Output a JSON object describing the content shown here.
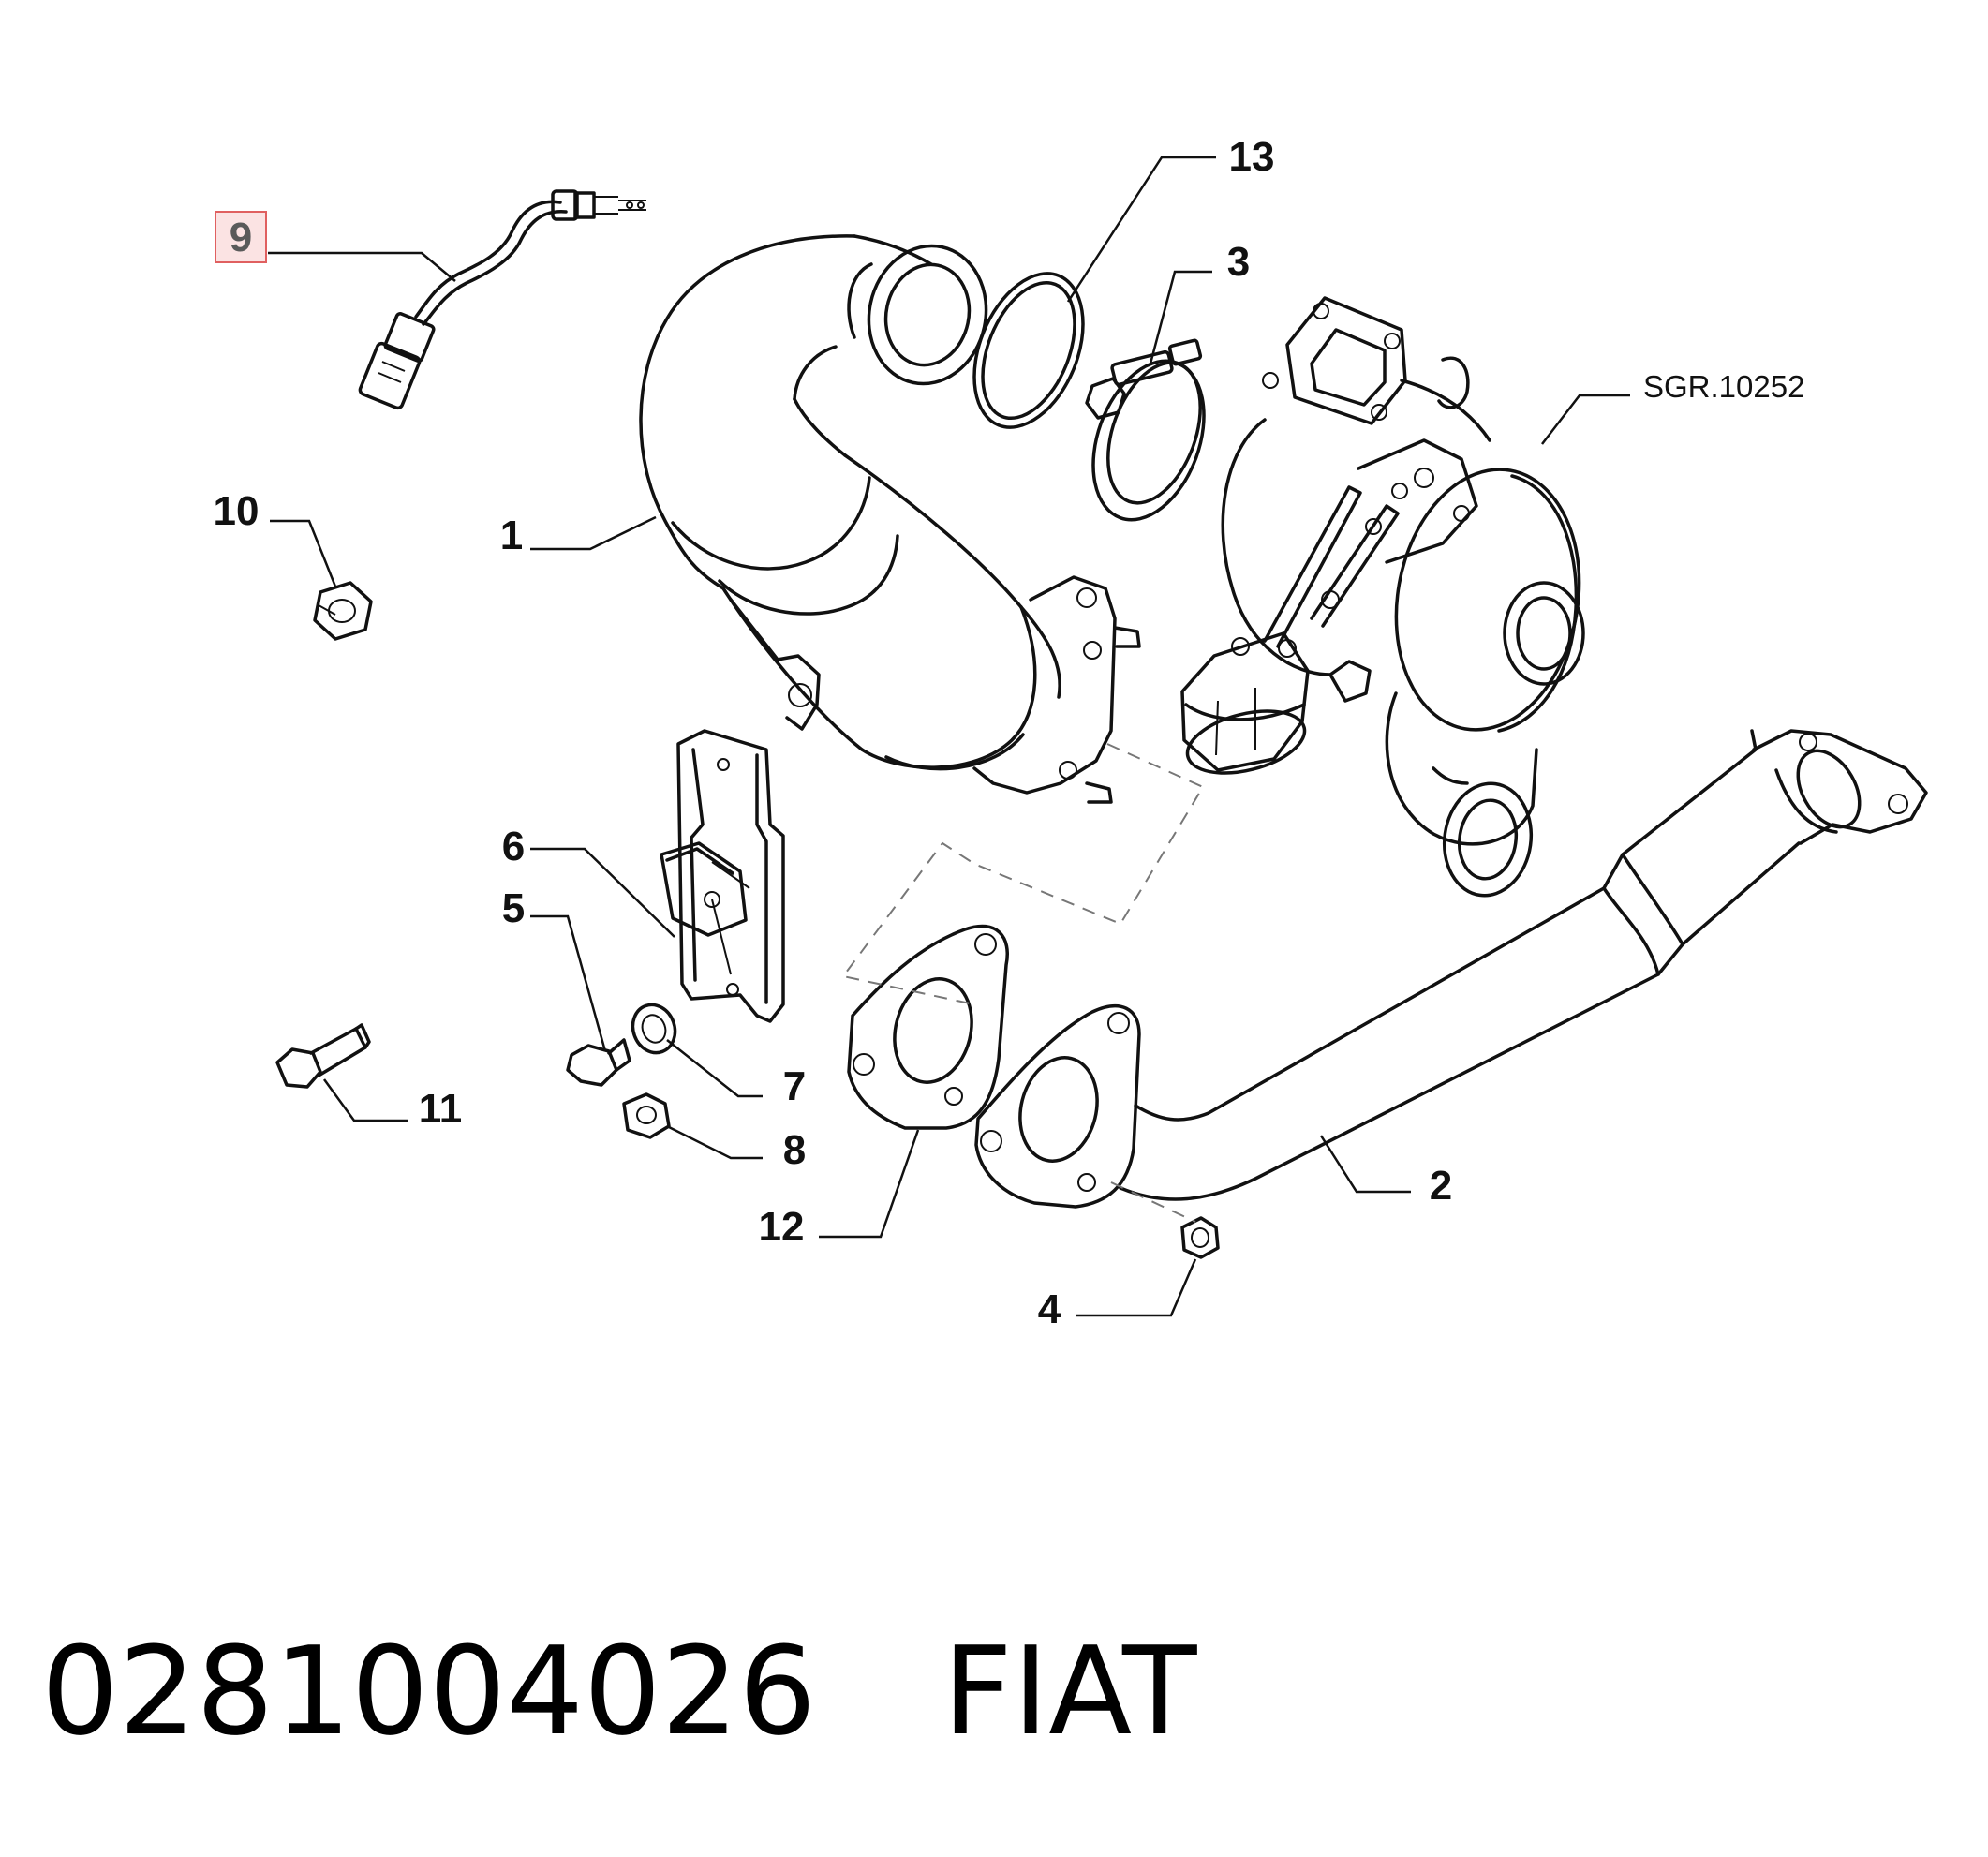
{
  "callouts": {
    "c1": "1",
    "c2": "2",
    "c3": "3",
    "c4": "4",
    "c5": "5",
    "c6": "6",
    "c7": "7",
    "c8": "8",
    "c9": "9",
    "c10": "10",
    "c11": "11",
    "c12": "12",
    "c13": "13"
  },
  "reference": "SGR.10252",
  "highlighted_part": "9",
  "footer": {
    "part_number": "0281004026",
    "brand": "FIAT"
  }
}
